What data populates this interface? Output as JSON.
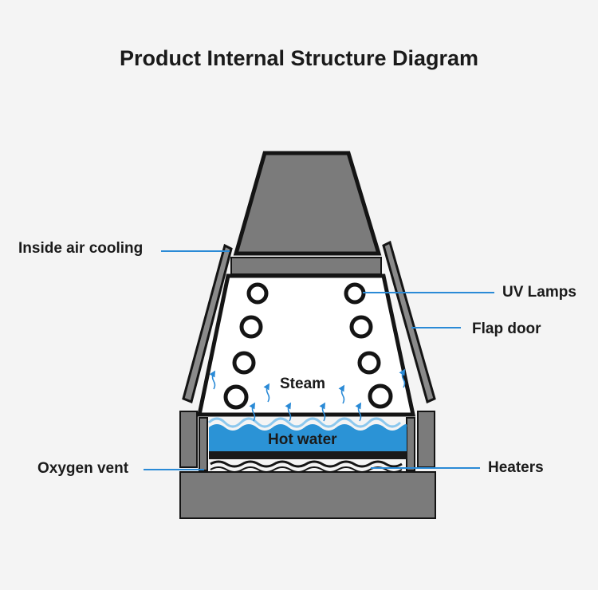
{
  "title": "Product Internal Structure Diagram",
  "labels": {
    "inside_air_cooling": "Inside air cooling",
    "uv_lamps": "UV Lamps",
    "flap_door": "Flap door",
    "steam": "Steam",
    "hot_water": "Hot water",
    "oxygen_vent": "Oxygen vent",
    "heaters": "Heaters"
  },
  "colors": {
    "body_gray": "#7b7b7b",
    "dark_gray": "#5c5c5c",
    "outline": "#141414",
    "water_blue": "#2b93d6",
    "leader_line": "#2a8ad6",
    "chamber_bg": "#ffffff"
  }
}
